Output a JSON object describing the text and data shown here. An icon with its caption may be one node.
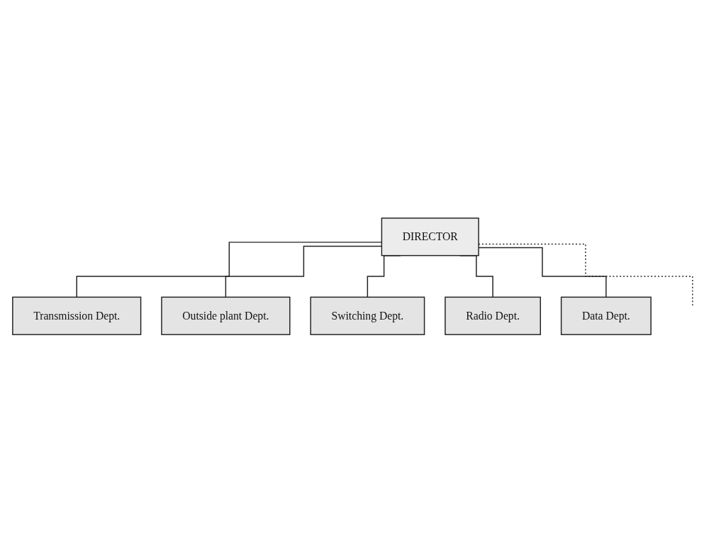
{
  "diagram": {
    "nodes": [
      {
        "text": [
          "DIRECTOR"
        ]
      },
      {
        "text": [
          "Transmission Dept."
        ]
      },
      {
        "text": [
          "Outside plant Dept."
        ]
      },
      {
        "text": [
          "Switching Dept."
        ]
      },
      {
        "text": [
          "Radio Dept."
        ]
      },
      {
        "text": [
          "Data Dept."
        ]
      }
    ],
    "edges": [
      {
        "from": 0,
        "to": 1,
        "arrow": "none"
      },
      {
        "from": 0,
        "to": 2,
        "arrow": "none"
      },
      {
        "from": 0,
        "to": 3,
        "arrow": "none"
      },
      {
        "from": 0,
        "to": 4,
        "arrow": "none"
      },
      {
        "from": 0,
        "to": 5,
        "arrow": "none"
      },
      {
        "from": 0,
        "to": null,
        "arrow": "none",
        "style": "dashed"
      }
    ]
  }
}
